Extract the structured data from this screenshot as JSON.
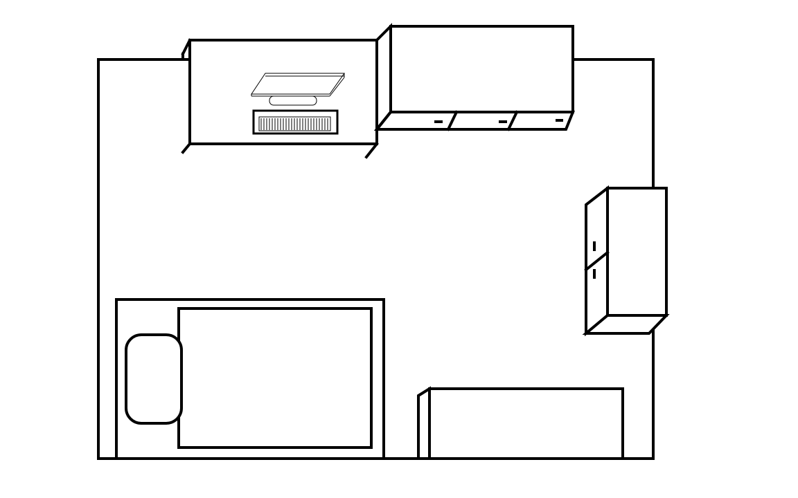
{
  "diagram": {
    "type": "floor-plan",
    "colors": {
      "line": "#000000",
      "background": "#ffffff"
    },
    "objects": [
      {
        "name": "room-outline",
        "kind": "wall"
      },
      {
        "name": "desk",
        "kind": "furniture"
      },
      {
        "name": "computer-monitor",
        "kind": "device"
      },
      {
        "name": "keyboard",
        "kind": "device"
      },
      {
        "name": "wall-cabinet-top",
        "kind": "furniture",
        "doors": 3
      },
      {
        "name": "wardrobe-right",
        "kind": "furniture",
        "doors": 2
      },
      {
        "name": "bed",
        "kind": "furniture"
      },
      {
        "name": "pillow",
        "kind": "bedding"
      },
      {
        "name": "low-cabinet-bottom",
        "kind": "furniture"
      }
    ]
  }
}
